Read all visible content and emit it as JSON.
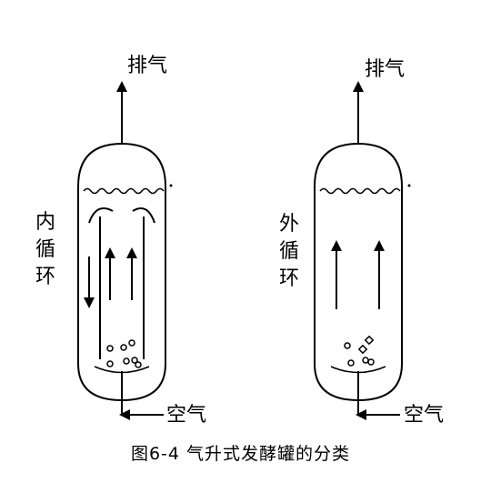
{
  "left_vessel": {
    "exhaust_label": "排气",
    "air_label": "空气",
    "type_chars": [
      "内",
      "循",
      "环"
    ]
  },
  "right_vessel": {
    "exhaust_label": "排气",
    "air_label": "空气",
    "type_chars": [
      "外",
      "循",
      "环"
    ]
  },
  "caption": "图6-4 气升式发酵罐的分类"
}
